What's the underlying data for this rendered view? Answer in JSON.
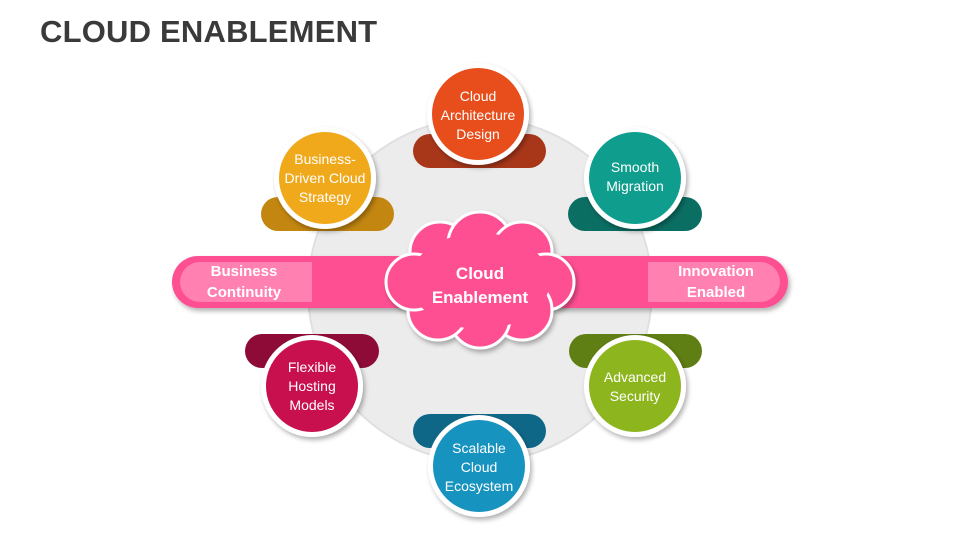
{
  "slide": {
    "title": "CLOUD ENABLEMENT"
  },
  "center": {
    "line1": "Cloud",
    "line2": "Enablement",
    "color": "#ff4f93"
  },
  "banner": {
    "color": "#ff4f93",
    "left": {
      "line1": "Business",
      "line2": "Continuity"
    },
    "right": {
      "line1": "Innovation",
      "line2": "Enabled"
    }
  },
  "nodes": [
    {
      "id": "architecture",
      "lines": [
        "Cloud",
        "Architecture",
        "Design"
      ],
      "color": "#e84e1b",
      "dark": "#a8371a"
    },
    {
      "id": "migration",
      "lines": [
        "Smooth",
        "Migration"
      ],
      "color": "#0f9e8e",
      "dark": "#0b6e63"
    },
    {
      "id": "security",
      "lines": [
        "Advanced",
        "Security"
      ],
      "color": "#8db51e",
      "dark": "#5f7e13"
    },
    {
      "id": "ecosystem",
      "lines": [
        "Scalable",
        "Cloud",
        "Ecosystem"
      ],
      "color": "#1793bf",
      "dark": "#0f6788"
    },
    {
      "id": "hosting",
      "lines": [
        "Flexible",
        "Hosting",
        "Models"
      ],
      "color": "#c8104e",
      "dark": "#8e0b37"
    },
    {
      "id": "strategy",
      "lines": [
        "Business-",
        "Driven Cloud",
        "Strategy"
      ],
      "color": "#f1a91c",
      "dark": "#c38610"
    }
  ]
}
